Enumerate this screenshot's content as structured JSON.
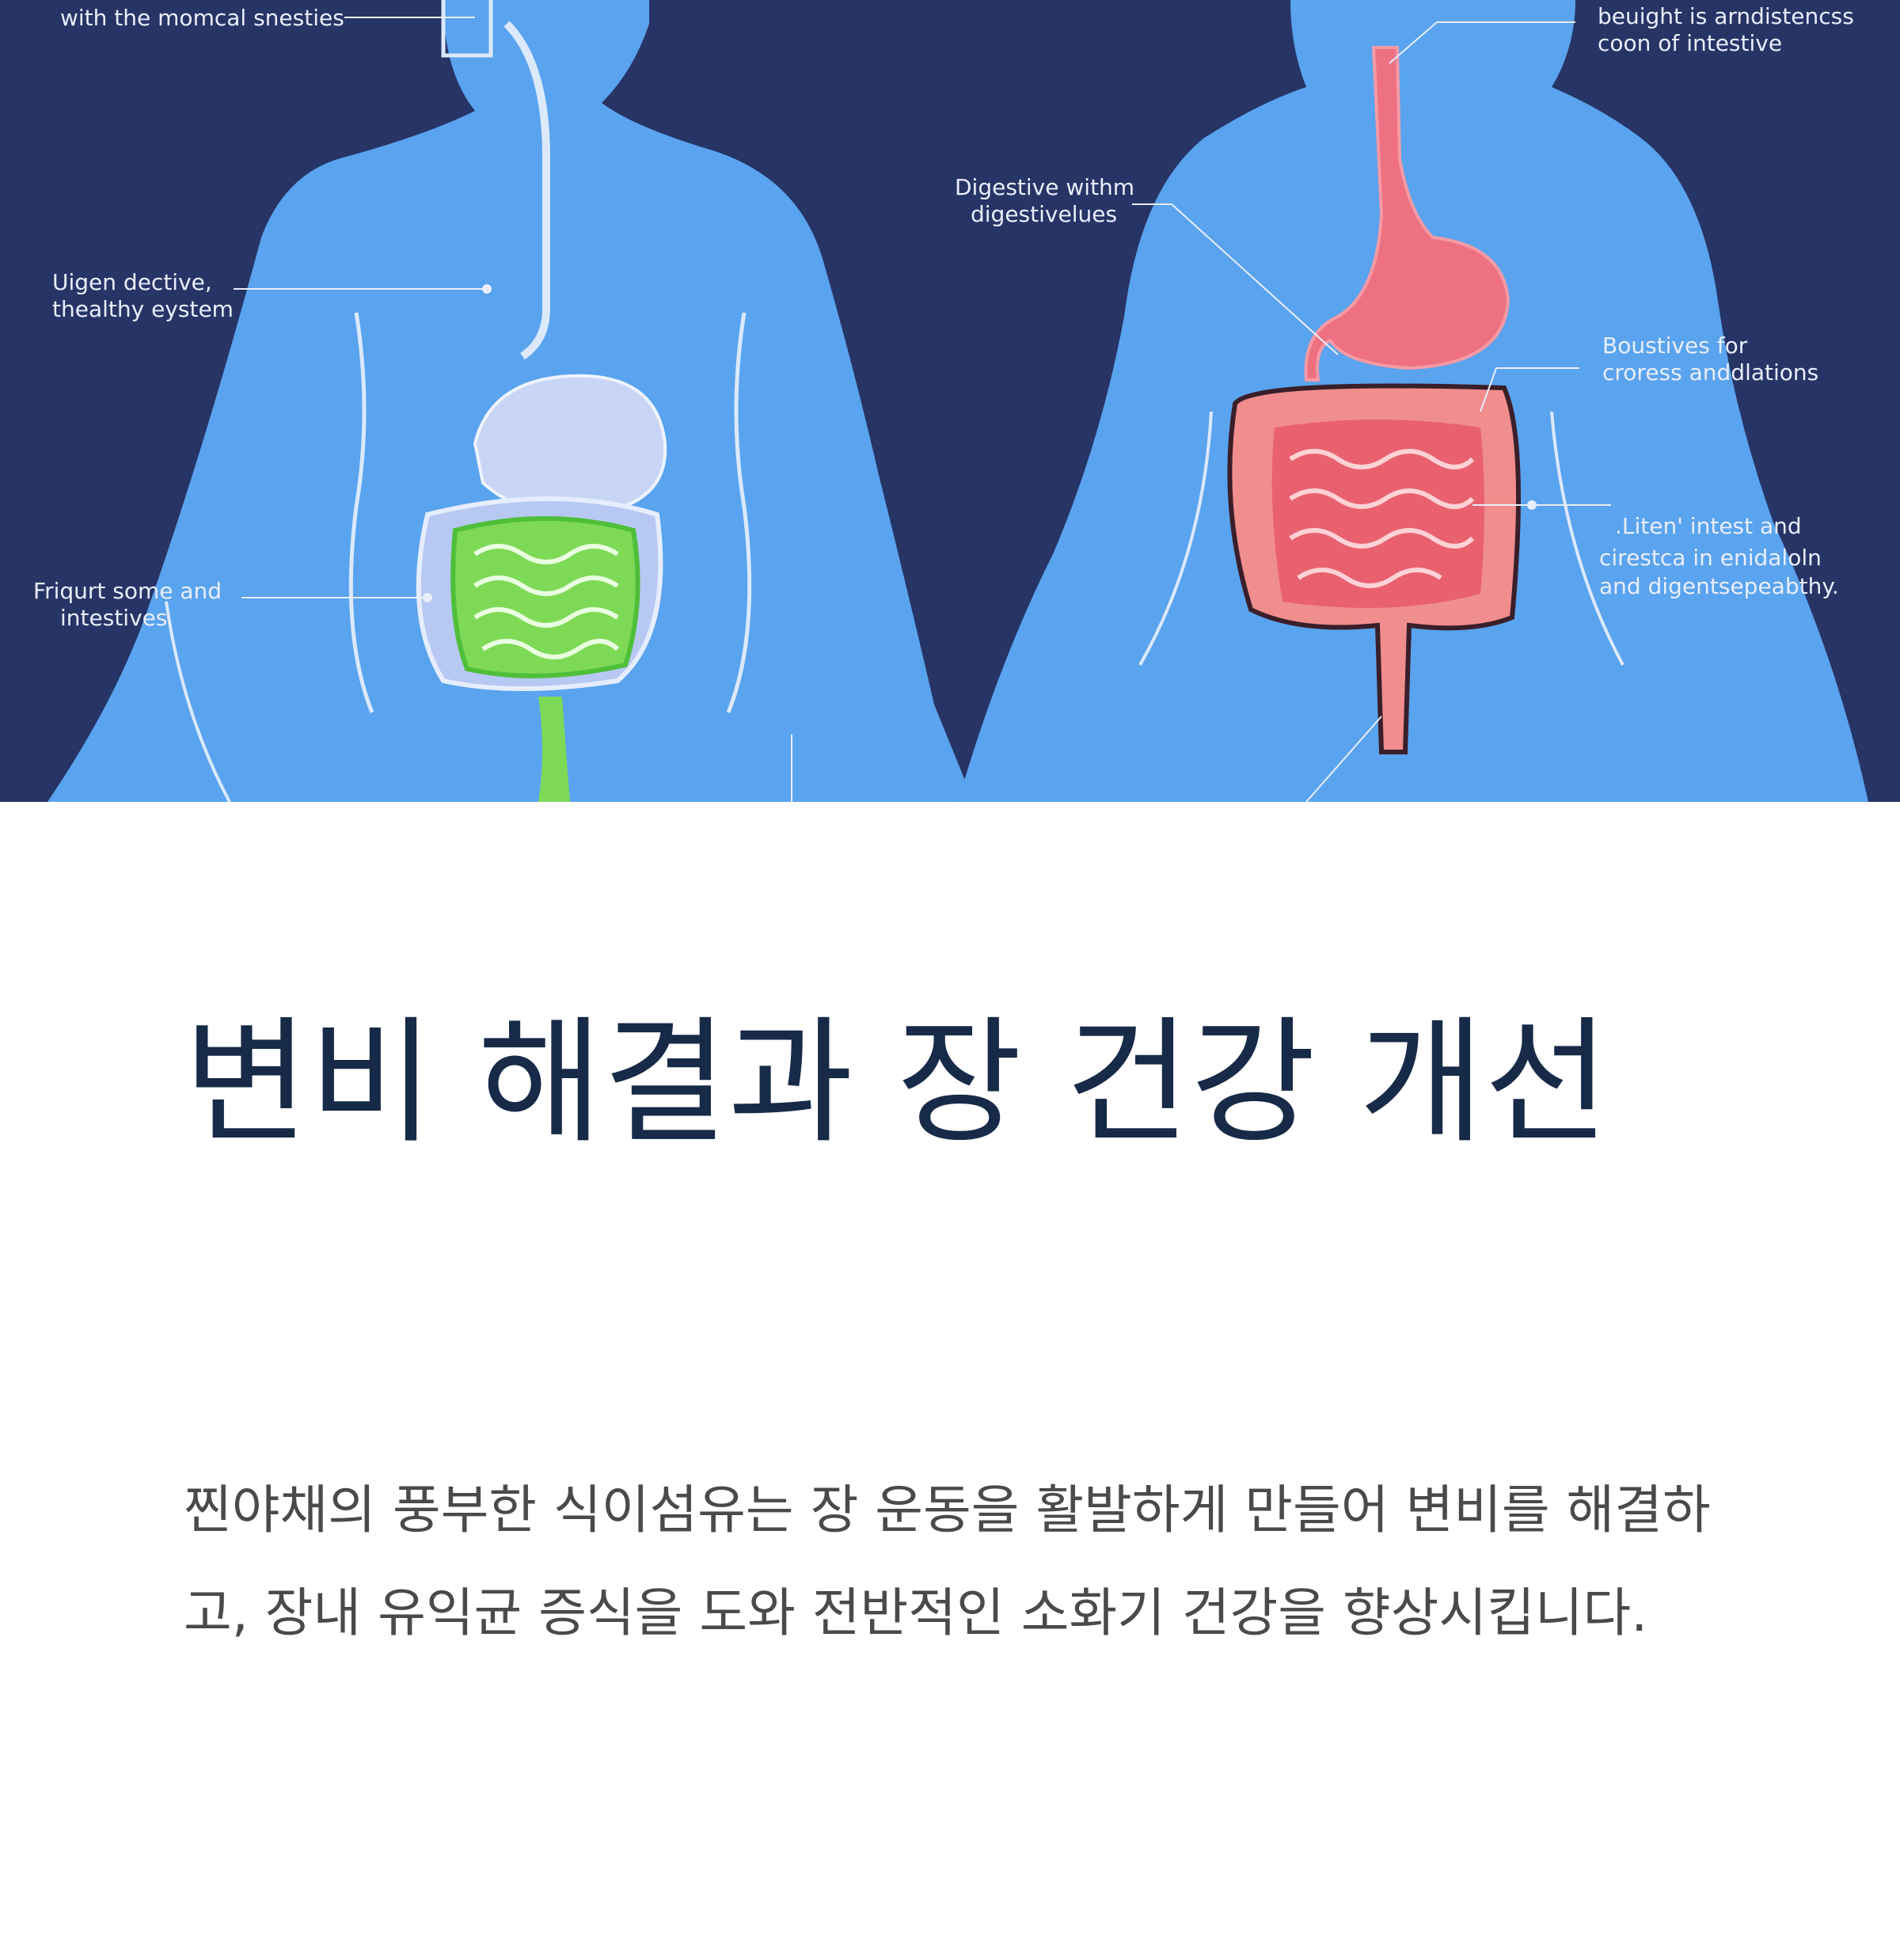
{
  "illustration": {
    "left_figure_labels": [
      "with the momcal snesties",
      "Uigen dective,",
      "thealthy eystem",
      "Friqurt some and",
      "intestives"
    ],
    "right_figure_labels": [
      "beuight is arndistencss",
      "coon of intestive",
      "Digestive withm",
      "digestivelues",
      "Boustives for",
      "croress anddlations",
      ".Liten' intest and",
      "cirestca in enidaloln",
      "and digentsepeabthy."
    ],
    "colors": {
      "background": "#273466",
      "body": "#5aa3ee",
      "healthy_gut": "#7ed957",
      "unhealthy_gut": "#ee7182"
    }
  },
  "article": {
    "title": "변비 해결과 장 건강 개선",
    "description": "찐야채의 풍부한 식이섬유는 장 운동을 활발하게 만들어 변비를 해결하고, 장내 유익균 증식을 도와 전반적인 소화기 건강을 향상시킵니다."
  }
}
